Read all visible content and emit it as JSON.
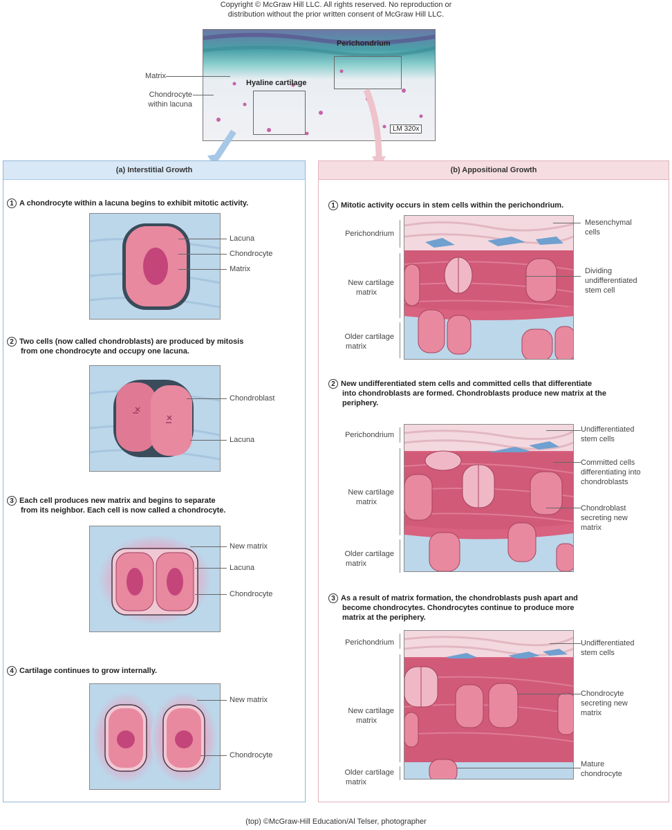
{
  "header": {
    "copyright_line1": "Copyright © McGraw Hill LLC. All rights reserved. No reproduction or",
    "copyright_line2": "distribution without the prior written consent of McGraw Hill LLC."
  },
  "micrograph": {
    "perichondrium": "Perichondrium",
    "hyaline": "Hyaline cartilage",
    "matrix": "Matrix",
    "chondrocyte_line1": "Chondrocyte",
    "chondrocyte_line2": "within lacuna",
    "magnification": "LM 320x"
  },
  "panel_a": {
    "title": "(a) Interstitial Growth",
    "step1": {
      "num": "1",
      "text": "A chondrocyte within a lacuna begins to exhibit mitotic activity.",
      "labels": [
        "Lacuna",
        "Chondrocyte",
        "Matrix"
      ]
    },
    "step2": {
      "num": "2",
      "line1": "Two cells (now called chondroblasts) are produced by mitosis",
      "line2": "from one chondrocyte and occupy one lacuna.",
      "labels": [
        "Chondroblast",
        "Lacuna"
      ]
    },
    "step3": {
      "num": "3",
      "line1": "Each cell produces new matrix and begins to separate",
      "line2": "from its neighbor. Each cell is now called a chondrocyte.",
      "labels": [
        "New matrix",
        "Lacuna",
        "Chondrocyte"
      ]
    },
    "step4": {
      "num": "4",
      "text": "Cartilage continues to grow internally.",
      "labels": [
        "New matrix",
        "Chondrocyte"
      ]
    }
  },
  "panel_b": {
    "title": "(b) Appositional Growth",
    "step1": {
      "num": "1",
      "text": "Mitotic activity occurs in stem cells within the perichondrium.",
      "left": {
        "perichondrium": "Perichondrium",
        "new1": "New cartilage",
        "new2": "matrix",
        "old1": "Older cartilage",
        "old2": "matrix"
      },
      "right": {
        "mes1": "Mesenchymal",
        "mes2": "cells",
        "div1": "Dividing",
        "div2": "undifferentiated",
        "div3": "stem cell"
      }
    },
    "step2": {
      "num": "2",
      "line1": "New undifferentiated stem cells and committed cells that differentiate",
      "line2": "into chondroblasts are formed. Chondroblasts produce new matrix at the",
      "line3": "periphery.",
      "left": {
        "perichondrium": "Perichondrium",
        "new1": "New cartilage",
        "new2": "matrix",
        "old1": "Older cartilage",
        "old2": "matrix"
      },
      "right": {
        "und1": "Undifferentiated",
        "und2": "stem cells",
        "com1": "Committed cells",
        "com2": "differentiating into",
        "com3": "chondroblasts",
        "cb1": "Chondroblast",
        "cb2": "secreting new",
        "cb3": "matrix"
      }
    },
    "step3": {
      "num": "3",
      "line1": "As a result of matrix formation, the chondroblasts push apart and",
      "line2": "become chondrocytes. Chondrocytes continue to produce more",
      "line3": "matrix at the periphery.",
      "left": {
        "perichondrium": "Perichondrium",
        "new1": "New cartilage",
        "new2": "matrix",
        "old1": "Older cartilage",
        "old2": "matrix"
      },
      "right": {
        "und1": "Undifferentiated",
        "und2": "stem cells",
        "cs1": "Chondrocyte",
        "cs2": "secreting new",
        "cs3": "matrix",
        "mat1": "Mature",
        "mat2": "chondrocyte"
      }
    }
  },
  "footer": {
    "credit": "(top) ©McGraw-Hill Education/Al Telser, photographer"
  },
  "colors": {
    "panel_a_head": "#d8e8f6",
    "panel_b_head": "#f6dde2",
    "matrix_blue": "#bcd6ea",
    "cell_pink": "#e8899f",
    "nucleus": "#c4457a",
    "cartilage_pink": "#d8627f"
  }
}
